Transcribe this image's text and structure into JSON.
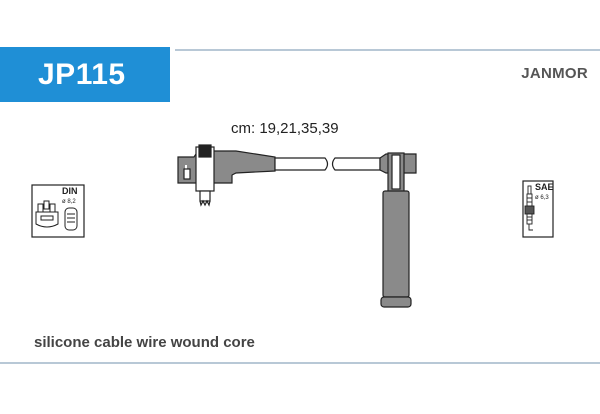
{
  "header": {
    "part_code": "JP115",
    "brand": "JANMOR"
  },
  "cable": {
    "lengths_label": "cm: 19,21,35,39"
  },
  "badges": {
    "din": {
      "label": "DIN",
      "diameter": "ø 8,2"
    },
    "sae": {
      "label": "SAE",
      "diameter": "ø 6,3"
    }
  },
  "footer": {
    "description": "silicone cable wire wound core"
  },
  "colors": {
    "accent": "#1f8fd6",
    "rule": "#b8c8d6",
    "line_art": "#222222",
    "fill_grey": "#8a8a8a"
  }
}
